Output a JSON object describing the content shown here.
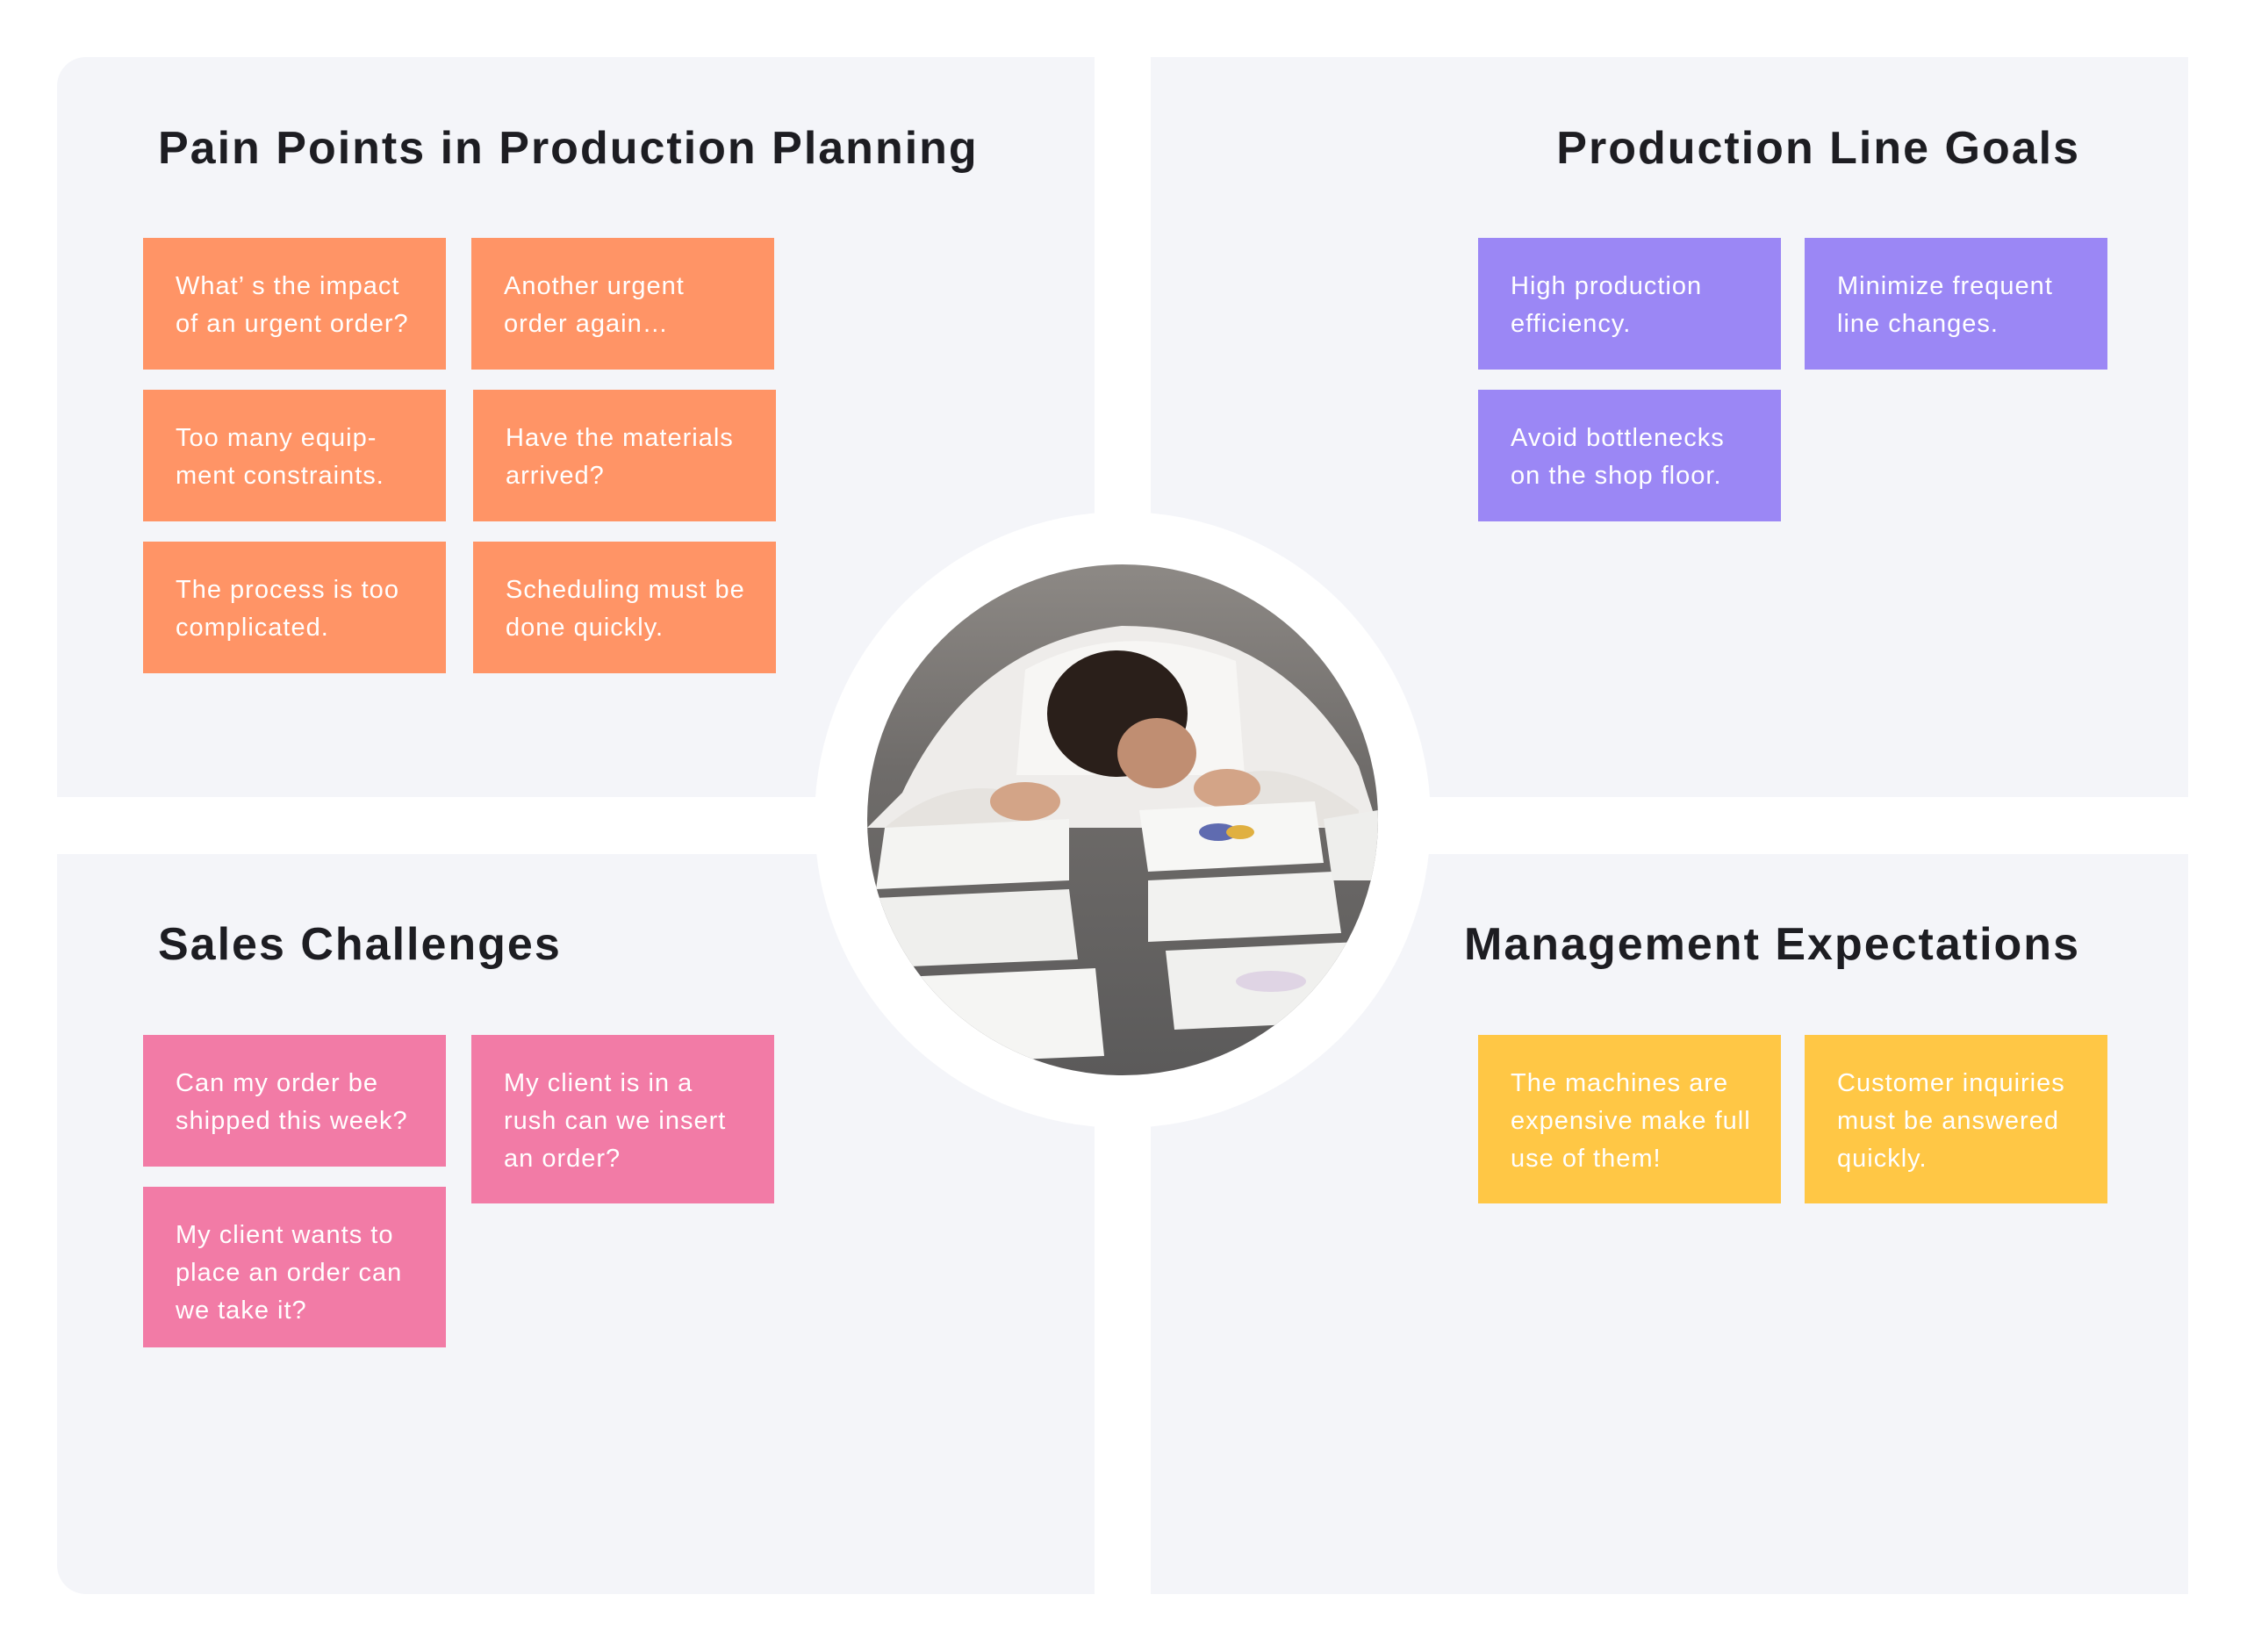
{
  "quadrants": {
    "pain_points": {
      "title": "Pain Points in Production Planning",
      "color": "#FF9466",
      "notes": [
        "What’ s the impact of an urgent order?",
        "Another urgent order again…",
        "Too many equip-ment constraints.",
        "Have the materials arrived?",
        "The process is too complicated.",
        "Scheduling must be done quickly."
      ]
    },
    "goals": {
      "title": "Production Line Goals",
      "color": "#9B87F5",
      "notes": [
        "High production efficiency.",
        "Minimize frequent line changes.",
        "Avoid bottlenecks on the shop floor."
      ]
    },
    "sales": {
      "title": "Sales Challenges",
      "color": "#F27BA6",
      "notes": [
        "Can my order be shipped this week?",
        "My client is in a rush can we insert an order?",
        "My client wants to place an order can we take it?"
      ]
    },
    "management": {
      "title": "Management Expectations",
      "color": "#FFC745",
      "notes": [
        "The machines are expensive make full use of them!",
        "Customer inquiries must be answered quickly."
      ]
    }
  },
  "center_image": "stressed-worker-photo"
}
